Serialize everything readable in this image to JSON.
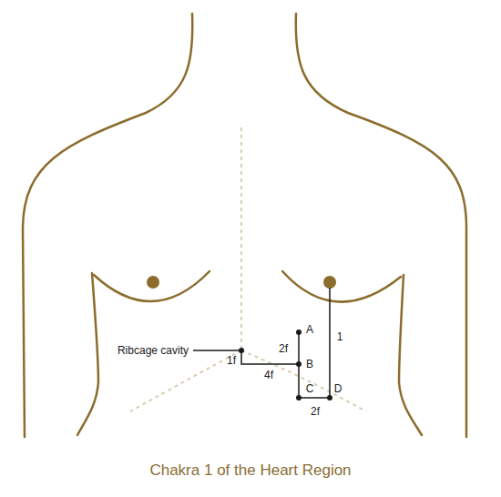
{
  "diagram": {
    "caption": "Chakra 1 of the Heart Region",
    "labels": [
      "Ribcage cavity",
      "1f",
      "4f",
      "2f",
      "A",
      "B",
      "C",
      "D",
      "1",
      "2f"
    ]
  }
}
